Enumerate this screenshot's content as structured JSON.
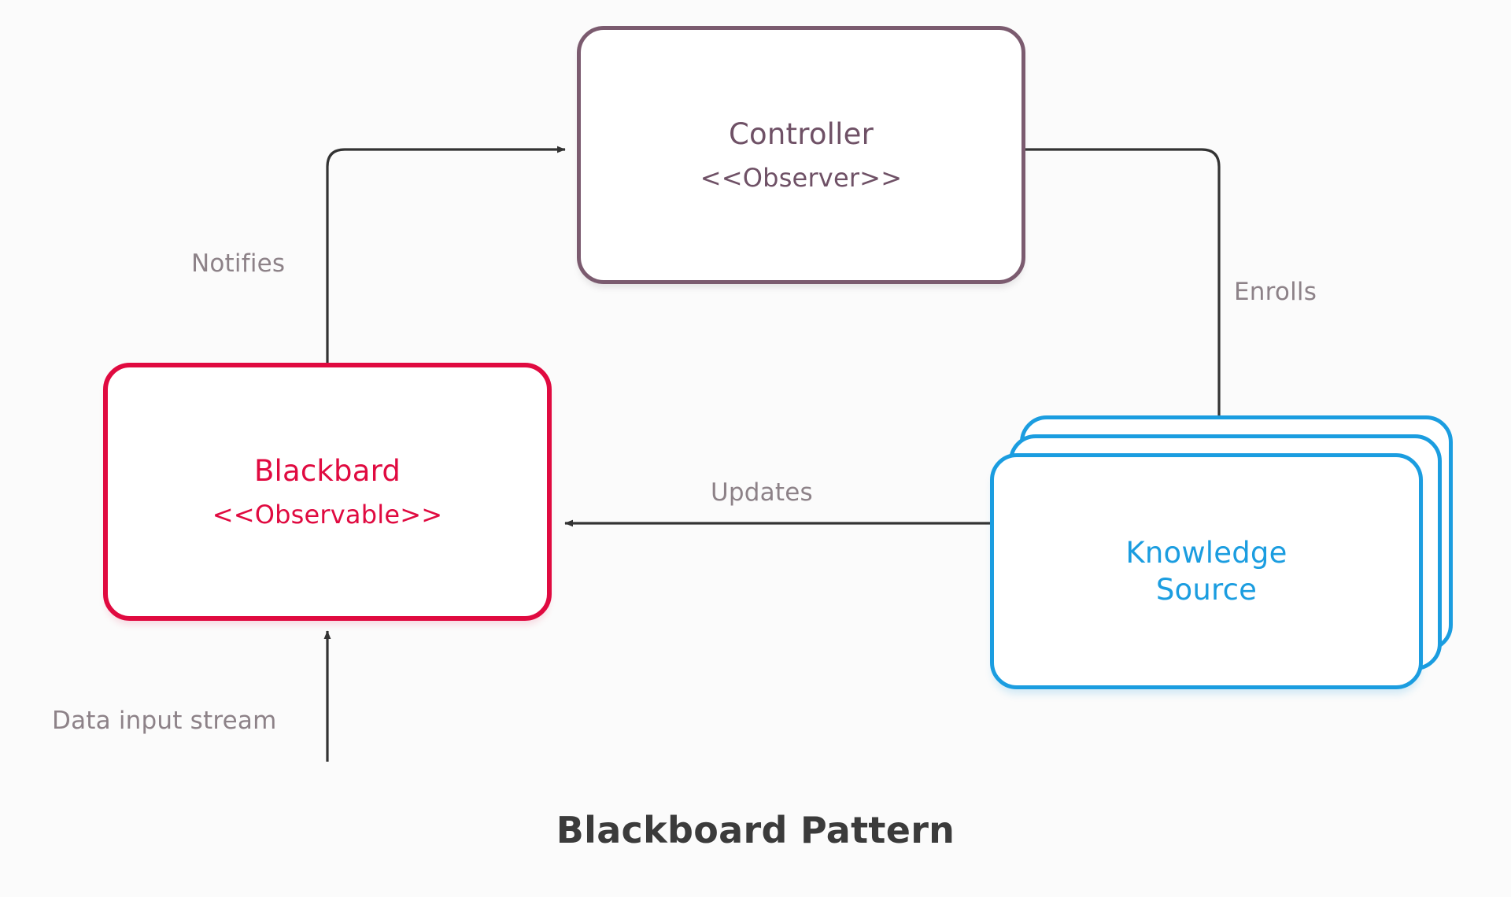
{
  "diagram": {
    "caption": "Blackboard Pattern",
    "background_color": "#fbfbfb"
  },
  "nodes": {
    "controller": {
      "title": "Controller",
      "stereotype": "<<Observer>>",
      "color": "#6f5166",
      "border_color": "#7b5b6f",
      "shape": "rounded-rectangle"
    },
    "blackbard": {
      "title": "Blackbard",
      "stereotype": "<<Observable>>",
      "color": "#e00a40",
      "border_color": "#e00a40",
      "shape": "rounded-rectangle"
    },
    "knowledge_source": {
      "title_line_1": "Knowledge",
      "title_line_2": "Source",
      "color": "#1b9de0",
      "border_color": "#1b9de0",
      "shape": "stacked-rounded-rectangle",
      "stack_count": 3
    }
  },
  "edges": [
    {
      "id": "notifies",
      "label": "Notifies",
      "from": "blackbard",
      "to": "controller",
      "label_color": "#8d8288",
      "line_color": "#333333"
    },
    {
      "id": "enrolls",
      "label": "Enrolls",
      "from": "controller",
      "to": "knowledge_source",
      "label_color": "#8d8288",
      "line_color": "#333333"
    },
    {
      "id": "updates",
      "label": "Updates",
      "from": "knowledge_source",
      "to": "blackbard",
      "label_color": "#8d8288",
      "line_color": "#333333"
    },
    {
      "id": "data-input-stream",
      "label": "Data input stream",
      "from": "external",
      "to": "blackbard",
      "label_color": "#8d8288",
      "line_color": "#333333"
    }
  ]
}
